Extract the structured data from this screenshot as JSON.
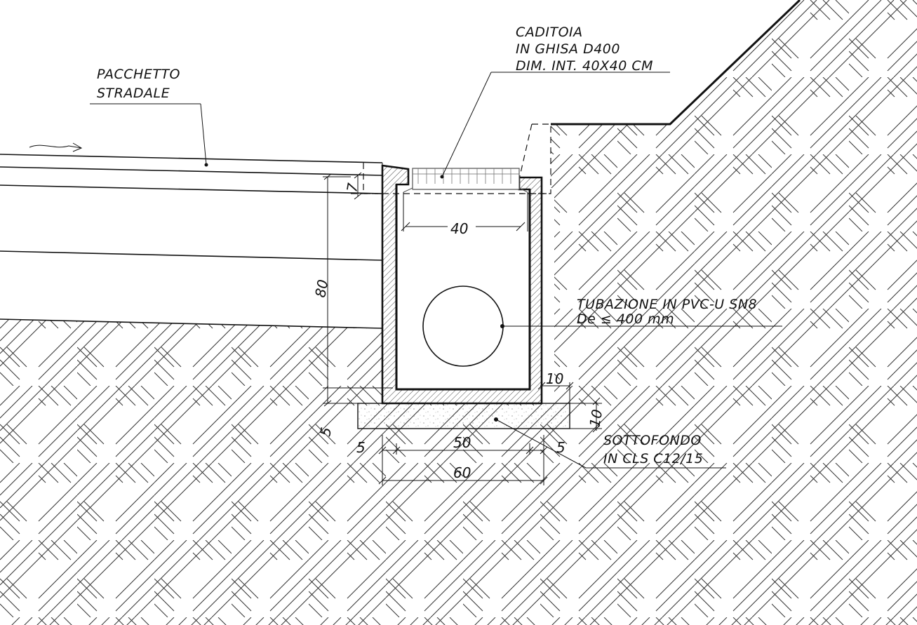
{
  "labels": {
    "pacchetto_line1": "PACCHETTO",
    "pacchetto_line2": "STRADALE",
    "caditoia_line1": "CADITOIA",
    "caditoia_line2": "IN GHISA D400",
    "caditoia_line3": "DIM. INT. 40X40 CM",
    "tubazione_line1": "TUBAZIONE IN PVC-U SN8",
    "tubazione_line2": "De ≤ 400 mm",
    "sottofondo_line1": "SOTTOFONDO",
    "sottofondo_line2": "IN CLS C12/15"
  },
  "dimensions": {
    "grate_width": "40",
    "grate_height": "7",
    "depth": "80",
    "base_offset": "5",
    "wall_thickness": "10",
    "slab_thickness": "10",
    "left_margin": "5",
    "inner_width": "50",
    "right_margin": "5",
    "slab_width": "60"
  },
  "colors": {
    "line": "#111111",
    "hatch": "#444444",
    "background": "#ffffff"
  }
}
